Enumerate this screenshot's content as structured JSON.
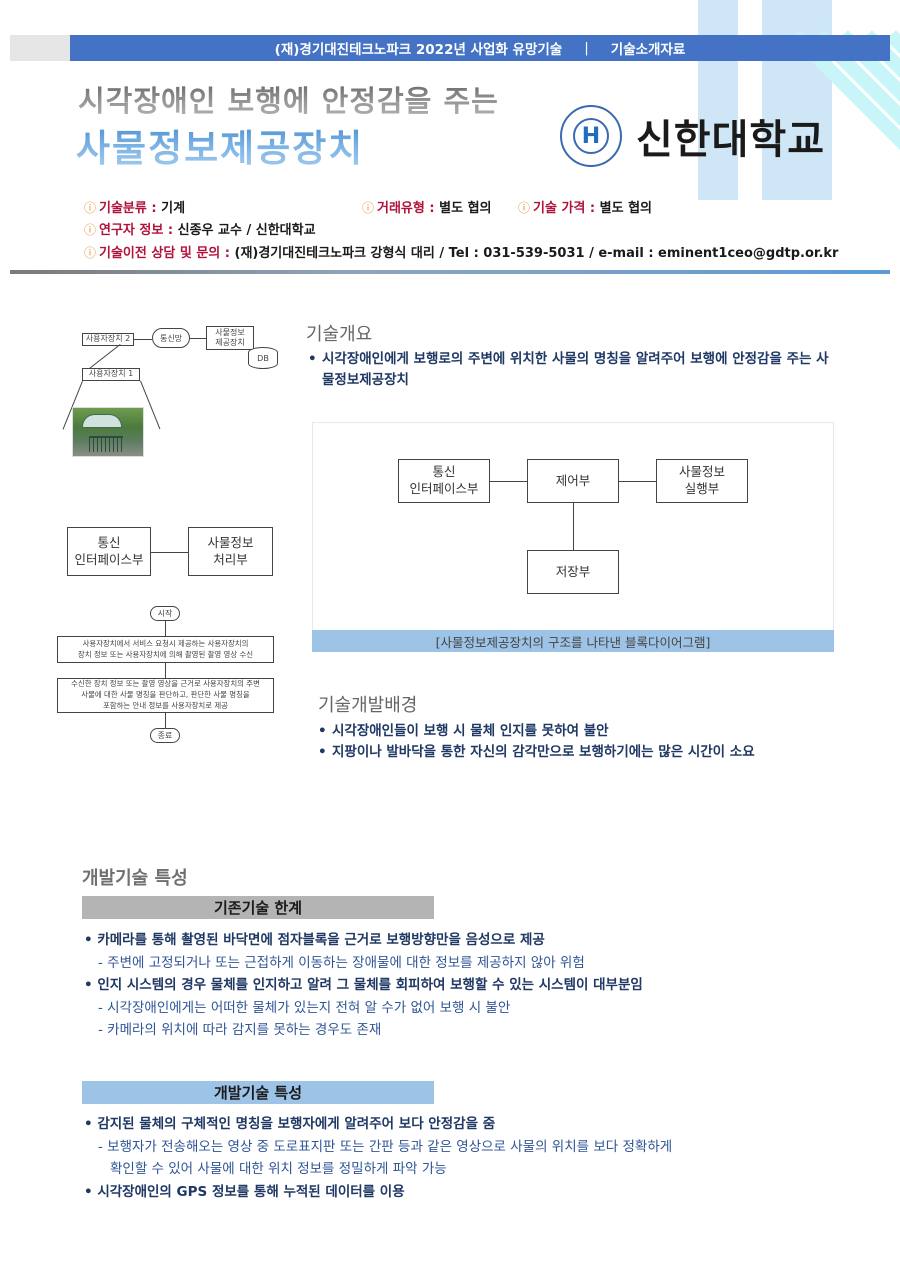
{
  "header": {
    "org_line": "(재)경기대진테크노파크 2022년 사업화 유망기술",
    "separator": "|",
    "doc_type": "기술소개자료",
    "bar_color": "#4472c4"
  },
  "title": {
    "line1": "시각장애인 보행에 안정감을 주는",
    "line2": "사물정보제공장치"
  },
  "logo": {
    "emblem_glyph": "H",
    "name": "신한대학교"
  },
  "info": {
    "icon": "ⓘ",
    "category_label": "기술분류 :",
    "category_value": "기계",
    "trade_label": "거래유형 :",
    "trade_value": "별도 협의",
    "price_label": "기술 가격 :",
    "price_value": "별도 협의",
    "researcher_label": "연구자 정보 :",
    "researcher_value": "신종우 교수 / 신한대학교",
    "contact_label": "기술이전 상담 및 문의 :",
    "contact_value": "(재)경기대진테크노파크 강형식 대리 / Tel : 031-539-5031 / e-mail : eminent1ceo@gdtp.or.kr"
  },
  "system_diagram": {
    "user_device_2": "사용자장치 2",
    "network": "통신망",
    "info_server": "사물정보\n제공장치",
    "db": "DB",
    "user_device_1": "사용자장치 1"
  },
  "module_diagram": {
    "comm": "통신\n인터페이스부",
    "processor": "사물정보\n처리부"
  },
  "flowchart": {
    "start": "시작",
    "step1": "사용자장치에서 서비스 요청시 제공하는 사용자장치의\n장치 정보 또는 사용자장치에 의해 촬영된 촬영 영상 수신",
    "step2": "수신한 장치 정보 또는 촬영 영상을 근거로 사용자장치의 주변\n사물에 대한 사물 명칭을 판단하고, 판단한 사물 명칭을\n포함하는 안내 정보를 사용자장치로 제공",
    "end": "종료"
  },
  "overview": {
    "title": "기술개요",
    "bullets": [
      "시각장애인에게 보행로의 주변에 위치한 사물의 명칭을 알려주어 보행에 안정감을 주는 사물정보제공장치"
    ]
  },
  "block_diagram": {
    "comm": "통신\n인터페이스부",
    "control": "제어부",
    "executor": "사물정보\n실행부",
    "storage": "저장부",
    "caption": "[사물정보제공장치의 구조를 나타낸 블록다이어그램]"
  },
  "background": {
    "title": "기술개발배경",
    "bullets": [
      "시각장애인들이 보행 시 물체 인지를 못하여 불안",
      "지팡이나 발바닥을 통한 자신의 감각만으로 보행하기에는 많은 시간이 소요"
    ]
  },
  "features": {
    "title": "개발기술 특성",
    "limits_band": "기존기술 한계",
    "limits": [
      {
        "type": "main",
        "text": "• 카메라를 통해 촬영된 바닥면에 점자블록을 근거로 보행방향만을 음성으로 제공"
      },
      {
        "type": "sub",
        "text": "- 주변에 고정되거나 또는 근접하게 이동하는 장애물에 대한 정보를 제공하지 않아 위험"
      },
      {
        "type": "main",
        "text": "• 인지 시스템의 경우 물체를 인지하고 알려 그 물체를 회피하여 보행할 수 있는 시스템이 대부분임"
      },
      {
        "type": "sub",
        "text": "- 시각장애인에게는 어떠한 물체가 있는지 전혀 알 수가 없어 보행 시 불안"
      },
      {
        "type": "sub",
        "text": "- 카메라의 위치에 따라 감지를 못하는 경우도 존재"
      }
    ],
    "dev_band": "개발기술 특성",
    "dev": [
      {
        "type": "main",
        "text": "•  감지된 물체의 구체적인 명칭을 보행자에게 알려주어 보다 안정감을 줌"
      },
      {
        "type": "sub",
        "text": "- 보행자가 전송해오는 영상 중 도로표지판 또는 간판 등과 같은 영상으로 사물의 위치를 보다 정확하게"
      },
      {
        "type": "sub2",
        "text": "확인할 수 있어 사물에 대한 위치 정보를 정밀하게 파악 가능"
      },
      {
        "type": "main",
        "text": "• 시각장애인의 GPS 정보를 통해 누적된 데이터를 이용"
      }
    ]
  }
}
